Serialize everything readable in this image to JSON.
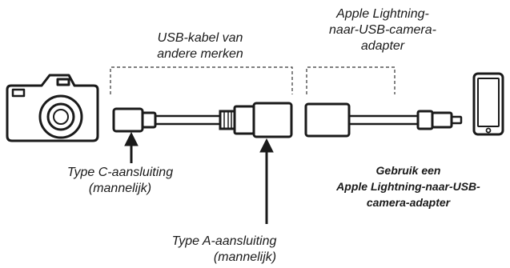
{
  "labels": {
    "usb_cable": [
      "USB-kabel van",
      "andere merken"
    ],
    "apple_adapter": [
      "Apple Lightning-",
      "naar-USB-camera-",
      "adapter"
    ],
    "type_c": [
      "Type C-aansluiting",
      "(mannelijk)"
    ],
    "type_a": [
      "Type A-aansluiting",
      "(mannelijk)"
    ]
  },
  "note": [
    "Gebruik een",
    "Apple Lightning-naar-USB-",
    "camera-adapter"
  ],
  "icons": [
    "camera-icon",
    "smartphone-icon",
    "usb-c-plug-icon",
    "usb-a-plug-icon",
    "adapter-icon",
    "lightning-plug-icon"
  ]
}
